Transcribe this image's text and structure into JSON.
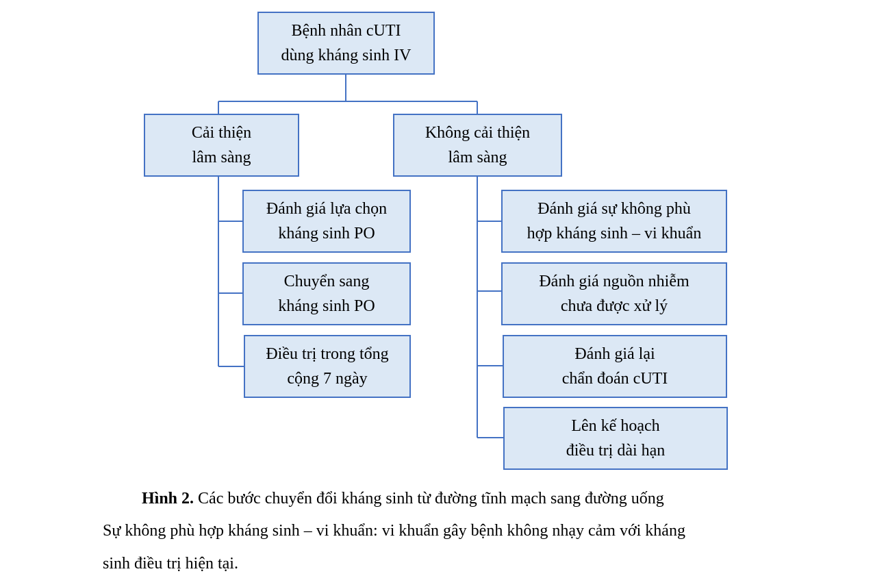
{
  "root": {
    "line1": "Bệnh nhân cUTI",
    "line2": "dùng kháng sinh IV"
  },
  "branch_left": {
    "title": {
      "line1": "Cải thiện",
      "line2": "lâm sàng"
    },
    "steps": [
      {
        "line1": "Đánh giá lựa chọn",
        "line2": "kháng sinh PO"
      },
      {
        "line1": "Chuyển sang",
        "line2": "kháng sinh PO"
      },
      {
        "line1": "Điều trị trong tổng",
        "line2": "cộng 7 ngày"
      }
    ]
  },
  "branch_right": {
    "title": {
      "line1": "Không cải thiện",
      "line2": "lâm sàng"
    },
    "steps": [
      {
        "line1": "Đánh giá sự không phù",
        "line2": "hợp kháng sinh – vi khuẩn"
      },
      {
        "line1": "Đánh giá nguồn nhiễm",
        "line2": "chưa được xử lý"
      },
      {
        "line1": "Đánh giá lại",
        "line2": "chẩn đoán cUTI"
      },
      {
        "line1": "Lên kế hoạch",
        "line2": "điều trị dài hạn"
      }
    ]
  },
  "caption": {
    "label": "Hình 2.",
    "text": " Các bước chuyển đổi kháng sinh từ đường tĩnh mạch sang đường uống"
  },
  "note": {
    "line1": "Sự không phù hợp kháng sinh – vi khuẩn: vi khuẩn gây bệnh không nhạy cảm với kháng",
    "line2": "sinh điều trị hiện tại."
  },
  "colors": {
    "box_fill": "#dce8f5",
    "box_border": "#4472c4",
    "connector": "#4472c4"
  }
}
